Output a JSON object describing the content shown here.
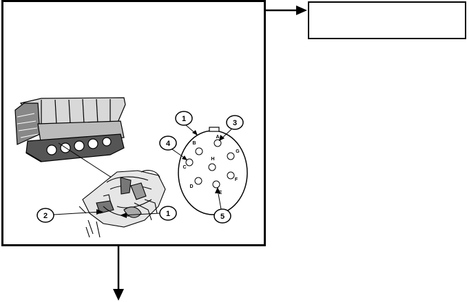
{
  "figure": {
    "connector_pins": [
      "A",
      "B",
      "C",
      "D",
      "E",
      "F",
      "G",
      "H"
    ],
    "callouts": [
      "1",
      "2",
      "3",
      "4",
      "5"
    ]
  }
}
